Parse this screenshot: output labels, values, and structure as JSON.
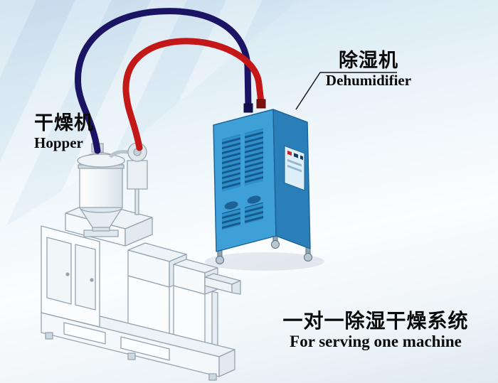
{
  "labels": {
    "hopper": {
      "cn": "干燥机",
      "en": "Hopper"
    },
    "dehumidifier": {
      "cn": "除湿机",
      "en": "Dehumidifier"
    },
    "caption": {
      "cn": "一对一除湿干燥系统",
      "en": "For serving one machine"
    }
  },
  "colors": {
    "pipe_red": "#c41717",
    "pipe_navy": "#1b1464",
    "cabinet_front": "#3fa0d8",
    "cabinet_side": "#2a7fb8",
    "cabinet_top": "#8fcdec",
    "vent_dark": "#155a8c",
    "machine_fill": "#fafcfd",
    "machine_line": "#94a3b0",
    "text": "#0a0a0a"
  }
}
